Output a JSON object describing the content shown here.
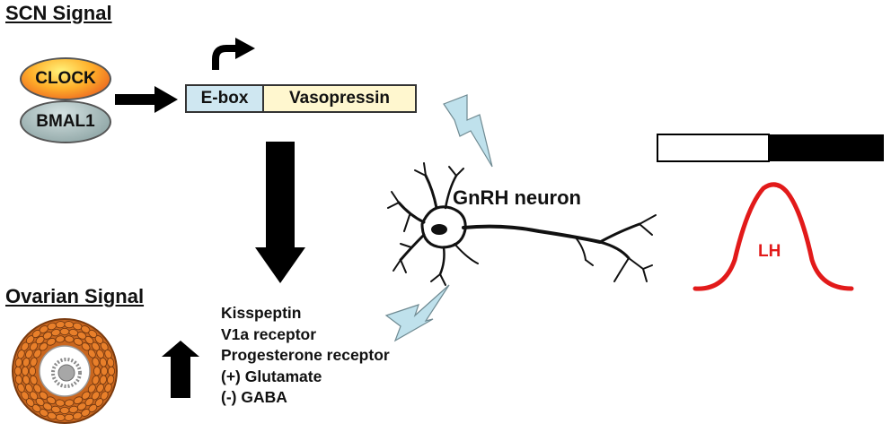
{
  "scn": {
    "title": "SCN Signal",
    "clock": "CLOCK",
    "bmal1": "BMAL1",
    "ebox": "E-box",
    "gene": "Vasopressin"
  },
  "ovarian": {
    "title": "Ovarian Signal"
  },
  "targets": [
    "Kisspeptin",
    "V1a receptor",
    "Progesterone receptor",
    "(+) Glutamate",
    "(-) GABA"
  ],
  "neuron": {
    "label": "GnRH neuron"
  },
  "lh": {
    "label": "LH"
  },
  "colors": {
    "clock_top": "#ffe14a",
    "clock_mid": "#ff8a1e",
    "clock_bottom": "#e0401a",
    "bmal1": "#8fa6a6",
    "ebox": "#cfe7f1",
    "gene": "#fff7cf",
    "lightning": "#bfe1ec",
    "lh_curve": "#e21a1a",
    "follicle": "#e87f2a"
  }
}
